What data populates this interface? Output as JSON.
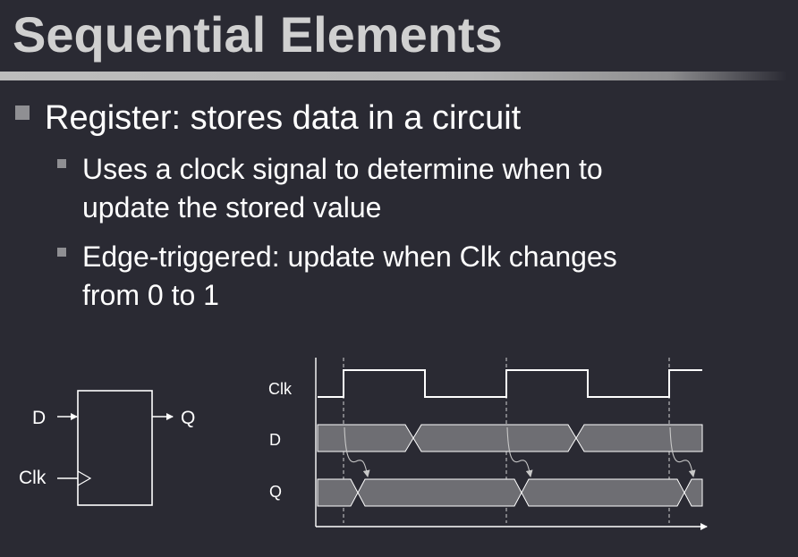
{
  "slide": {
    "title": "Sequential Elements",
    "bullets": [
      {
        "text": "Register: stores data in a circuit",
        "sub": [
          {
            "lines": [
              "Uses a clock signal to determine when to",
              "update the stored value"
            ]
          },
          {
            "lines": [
              "Edge-triggered: update when Clk changes",
              "from 0 to 1"
            ]
          }
        ]
      }
    ]
  },
  "register_symbol": {
    "input_label": "D",
    "output_label": "Q",
    "clock_label": "Clk"
  },
  "timing_diagram": {
    "signal_labels": [
      "Clk",
      "D",
      "Q"
    ]
  },
  "colors": {
    "background": "#2a2a33",
    "title": "#d0d0d0",
    "text": "#ffffff",
    "bus_fill": "#6e6e73",
    "bullet": "#8f8f93"
  }
}
